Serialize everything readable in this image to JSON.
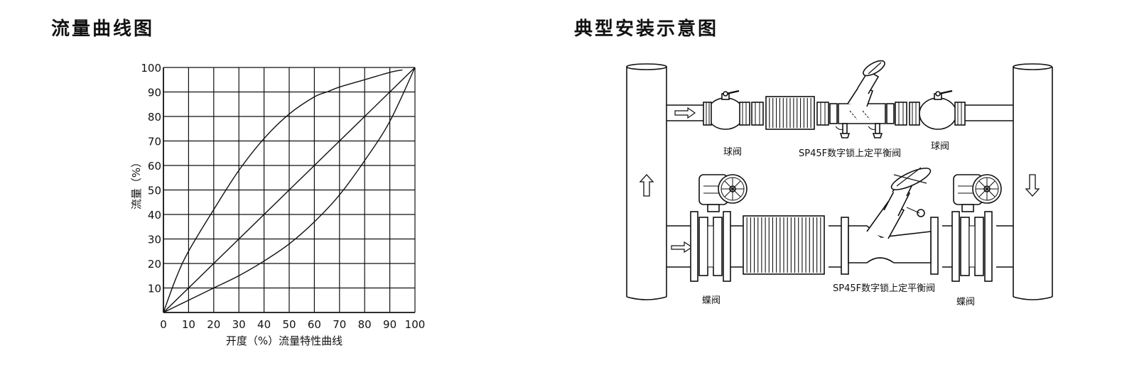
{
  "left_panel": {
    "title": "流量曲线图",
    "chart_data": {
      "type": "line",
      "xlabel": "开度（%）流量特性曲线",
      "ylabel": "流量（%）",
      "xlim": [
        0,
        100
      ],
      "ylim": [
        0,
        100
      ],
      "grid": true,
      "x_ticks": [
        "0",
        "10",
        "20",
        "30",
        "40",
        "50",
        "60",
        "70",
        "80",
        "90",
        "100"
      ],
      "y_ticks": [
        "10",
        "20",
        "30",
        "40",
        "50",
        "60",
        "70",
        "80",
        "90",
        "100"
      ],
      "series": [
        {
          "x": [
            0,
            5,
            10,
            20,
            30,
            40,
            50,
            60,
            65,
            70,
            80,
            90,
            95
          ],
          "y": [
            0,
            14,
            25,
            42,
            58,
            71,
            81,
            88,
            90,
            92,
            95,
            98,
            99
          ]
        },
        {
          "x": [
            0,
            100
          ],
          "y": [
            0,
            100
          ]
        },
        {
          "x": [
            0,
            10,
            20,
            30,
            40,
            50,
            60,
            70,
            80,
            90,
            100
          ],
          "y": [
            0,
            5,
            10,
            15,
            21,
            28,
            37,
            48,
            62,
            78,
            100
          ]
        }
      ]
    }
  },
  "right_panel": {
    "title": "典型安装示意图",
    "labels": {
      "ball_valve_left": "球阀",
      "balance_valve_top": "SP45F数字锁上定平衡阀",
      "ball_valve_right": "球阀",
      "butterfly_valve_left": "蝶阀",
      "balance_valve_bottom": "SP45F数字锁上定平衡阀",
      "butterfly_valve_right": "蝶阀"
    }
  }
}
